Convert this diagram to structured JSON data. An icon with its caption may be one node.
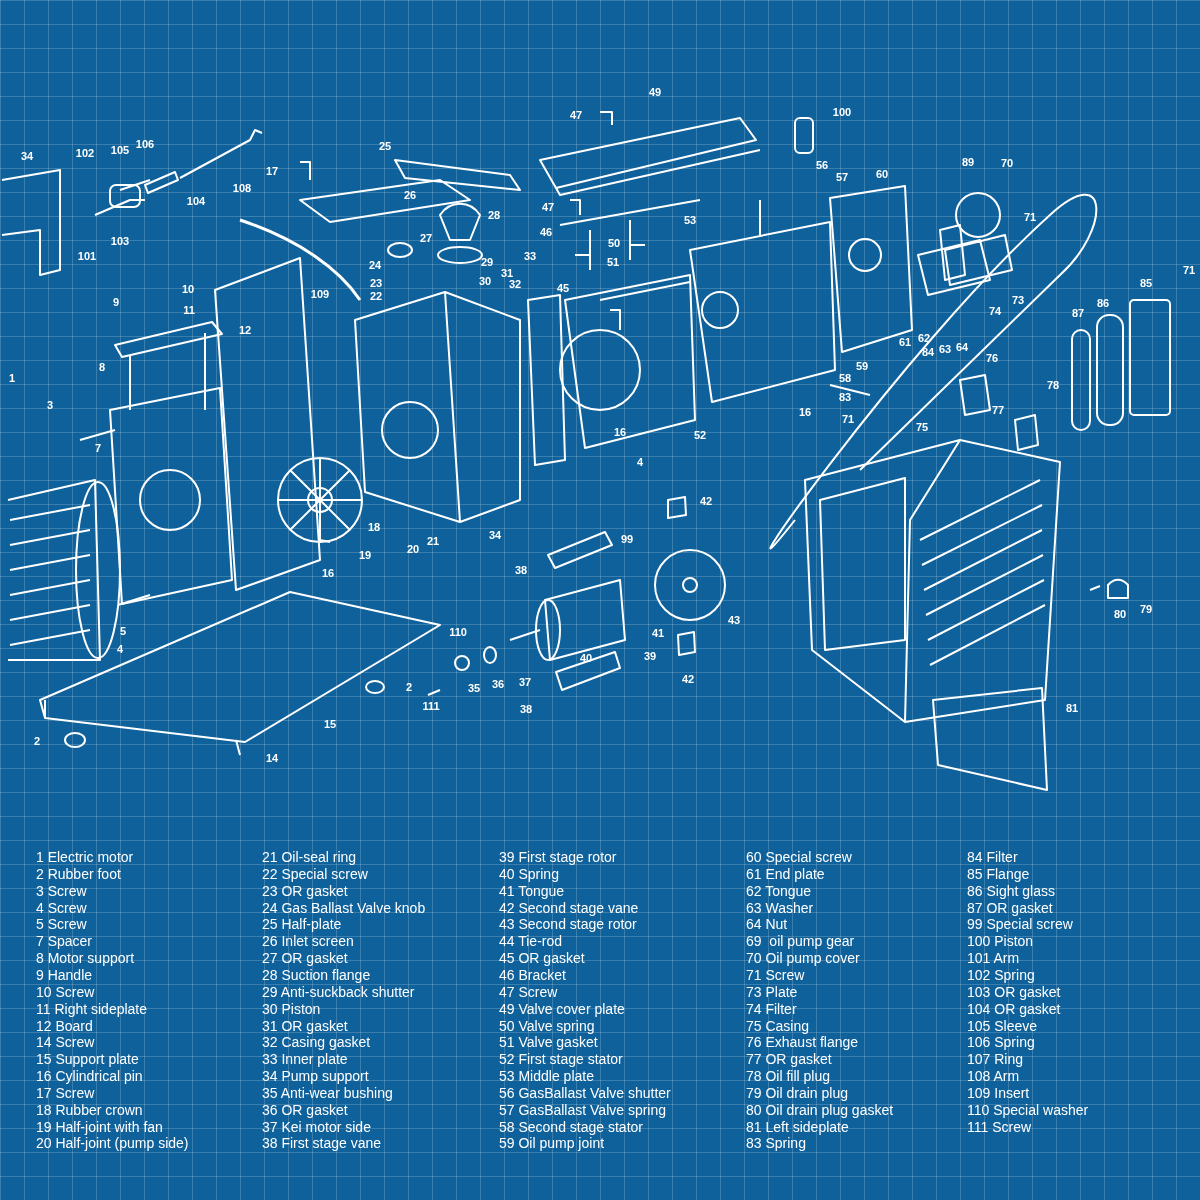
{
  "diagram": {
    "labels": [
      "49",
      "100",
      "47",
      "34",
      "102",
      "105",
      "106",
      "25",
      "89",
      "70",
      "56",
      "57",
      "60",
      "17",
      "108",
      "104",
      "47",
      "26",
      "28",
      "71",
      "46",
      "50",
      "103",
      "53",
      "101",
      "27",
      "24",
      "51",
      "29",
      "31",
      "23",
      "30",
      "71",
      "85",
      "86",
      "87",
      "22",
      "33",
      "32",
      "45",
      "10",
      "109",
      "74",
      "73",
      "11",
      "9",
      "12",
      "61",
      "62",
      "63",
      "64",
      "59",
      "84",
      "76",
      "78",
      "8",
      "58",
      "83",
      "77",
      "1",
      "3",
      "52",
      "71",
      "16",
      "75",
      "7",
      "16",
      "4",
      "18",
      "20",
      "21",
      "34",
      "19",
      "42",
      "16",
      "99",
      "38",
      "43",
      "41",
      "5",
      "4",
      "80",
      "79",
      "39",
      "40",
      "110",
      "35",
      "36",
      "37",
      "2",
      "42",
      "111",
      "38",
      "15",
      "81",
      "2",
      "14",
      "1 Electric motor",
      "2 Rubber foot",
      "3 Screw",
      "4 Screw",
      "5 Screw",
      "7 Spacer",
      "8 Motor support",
      "9 Handle",
      "10 Screw",
      "11 Right sideplate",
      "12 Board",
      "14 Screw",
      "15 Support plate",
      "16 Cylindrical pin",
      "17 Screw",
      "18 Rubber crown",
      "19 Half-joint with fan",
      "20 Half-joint (pump side)",
      "21 Oil-seal ring",
      "22 Special screw",
      "23 OR gasket",
      "24 Gas Ballast Valve knob",
      "25 Half-plate",
      "26 Inlet screen",
      "27 OR gasket",
      "28 Suction flange",
      "29 Anti-suckback shutter",
      "30 Piston",
      "31 OR gasket",
      "32 Casing gasket",
      "33 Inner plate",
      "34 Pump support",
      "35 Anti-wear bushing",
      "36 OR gasket",
      "37 Kei motor side",
      "38 First stage vane",
      "39 First stage rotor",
      "40 Spring",
      "41 Tongue",
      "42 Second stage vane",
      "43 Second stage rotor",
      "44 Tie-rod",
      "45 OR gasket",
      "46 Bracket",
      "47 Screw",
      "49 Valve cover plate",
      "50 Valve spring",
      "51 Valve gasket",
      "52 First stage stator",
      "53 Middle plate",
      "56 GasBallast Valve shutter",
      "57 GasBallast Valve spring",
      "58 Second stage stator",
      "59 Oil pump joint",
      "60 Special screw",
      "61 End plate",
      "62 Tongue",
      "63 Washer",
      "64 Nut",
      "69  oil pump gear",
      "70 Oil pump cover",
      "71 Screw",
      "73 Plate",
      "74 Filter",
      "75 Casing",
      "76 Exhaust flange",
      "77 OR gasket",
      "78 Oil fill plug",
      "79 Oil drain plug",
      "80 Oil drain plug gasket",
      "81 Left sideplate",
      "83 Spring",
      "84 Filter",
      "85 Flange",
      "86 Sight glass",
      "87 OR gasket",
      "99 Special screw",
      "100 Piston",
      "101 Arm",
      "102 Spring",
      "103 OR gasket",
      "104 OR gasket",
      "105 Sleeve",
      "106 Spring",
      "107 Ring",
      "108 Arm",
      "109 Insert",
      "110 Special washer",
      "111 Screw"
    ]
  }
}
